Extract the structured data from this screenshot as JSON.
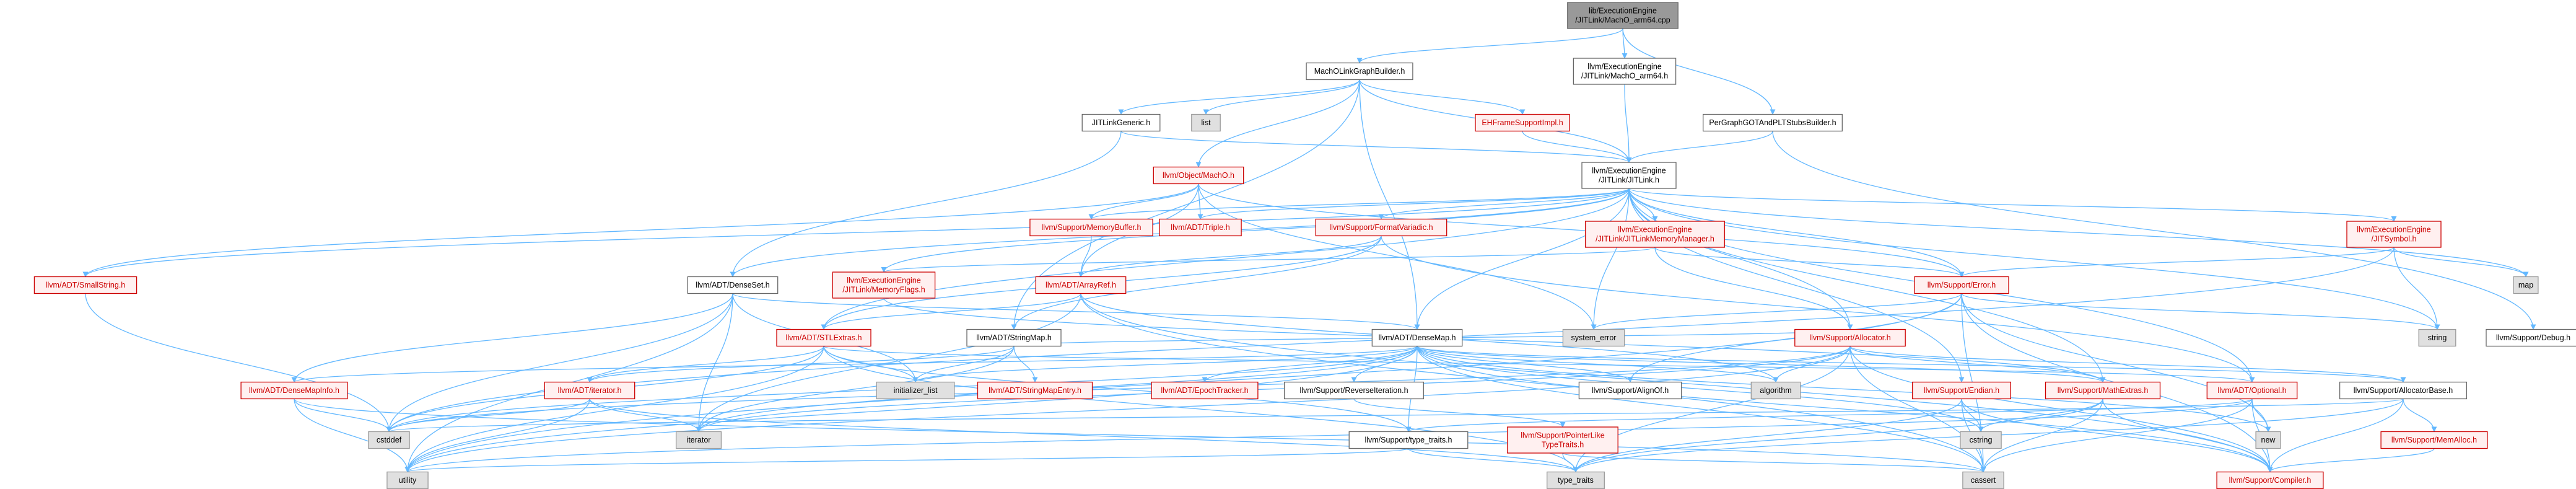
{
  "colors": {
    "root_fill": "#999999",
    "normal_fill": "#ffffff",
    "normal_stroke": "#666666",
    "truncated_fill": "#fff0f0",
    "truncated_stroke": "#cc0000",
    "truncated_text": "#cc0000",
    "external_fill": "#e0e0e0",
    "external_stroke": "#999999",
    "text": "#000000",
    "edge": "#63b8ff",
    "edge_alt": "#7b9bd1"
  },
  "nodes": [
    {
      "id": "root",
      "lines": [
        "lib/ExecutionEngine",
        "/JITLink/MachO_arm64.cpp"
      ],
      "kind": "root"
    },
    {
      "id": "machobuilder",
      "lines": [
        "MachOLinkGraphBuilder.h"
      ],
      "kind": "normal"
    },
    {
      "id": "machoarm64h",
      "lines": [
        "llvm/ExecutionEngine",
        "/JITLink/MachO_arm64.h"
      ],
      "kind": "normal"
    },
    {
      "id": "perggot",
      "lines": [
        "PerGraphGOTAndPLTStubsBuilder.h"
      ],
      "kind": "normal"
    },
    {
      "id": "jitlinkgeneric",
      "lines": [
        "JITLinkGeneric.h"
      ],
      "kind": "normal"
    },
    {
      "id": "list",
      "lines": [
        "list"
      ],
      "kind": "external"
    },
    {
      "id": "ehframe",
      "lines": [
        "EHFrameSupportImpl.h"
      ],
      "kind": "truncated"
    },
    {
      "id": "jitlinkh",
      "lines": [
        "llvm/ExecutionEngine",
        "/JITLink/JITLink.h"
      ],
      "kind": "normal"
    },
    {
      "id": "objmacho",
      "lines": [
        "llvm/Object/MachO.h"
      ],
      "kind": "truncated"
    },
    {
      "id": "membuf",
      "lines": [
        "llvm/Support/MemoryBuffer.h"
      ],
      "kind": "truncated"
    },
    {
      "id": "triple",
      "lines": [
        "llvm/ADT/Triple.h"
      ],
      "kind": "truncated"
    },
    {
      "id": "formatvariadic",
      "lines": [
        "llvm/Support/FormatVariadic.h"
      ],
      "kind": "truncated"
    },
    {
      "id": "jitlinkmm",
      "lines": [
        "llvm/ExecutionEngine",
        "/JITLink/JITLinkMemoryManager.h"
      ],
      "kind": "truncated"
    },
    {
      "id": "jitsymbol",
      "lines": [
        "llvm/ExecutionEngine",
        "/JITSymbol.h"
      ],
      "kind": "truncated"
    },
    {
      "id": "smallstring",
      "lines": [
        "llvm/ADT/SmallString.h"
      ],
      "kind": "truncated"
    },
    {
      "id": "densesetnode",
      "lines": [
        "llvm/ADT/DenseSet.h"
      ],
      "kind": "normal"
    },
    {
      "id": "memflags",
      "lines": [
        "llvm/ExecutionEngine",
        "/JITLink/MemoryFlags.h"
      ],
      "kind": "truncated"
    },
    {
      "id": "arrayref",
      "lines": [
        "llvm/ADT/ArrayRef.h"
      ],
      "kind": "truncated"
    },
    {
      "id": "error",
      "lines": [
        "llvm/Support/Error.h"
      ],
      "kind": "truncated"
    },
    {
      "id": "map",
      "lines": [
        "map"
      ],
      "kind": "external"
    },
    {
      "id": "stlextras",
      "lines": [
        "llvm/ADT/STLExtras.h"
      ],
      "kind": "truncated"
    },
    {
      "id": "stringmap",
      "lines": [
        "llvm/ADT/StringMap.h"
      ],
      "kind": "normal"
    },
    {
      "id": "densemap",
      "lines": [
        "llvm/ADT/DenseMap.h"
      ],
      "kind": "normal"
    },
    {
      "id": "systemerror",
      "lines": [
        "system_error"
      ],
      "kind": "external"
    },
    {
      "id": "allocator",
      "lines": [
        "llvm/Support/Allocator.h"
      ],
      "kind": "truncated"
    },
    {
      "id": "string",
      "lines": [
        "string"
      ],
      "kind": "external"
    },
    {
      "id": "debug",
      "lines": [
        "llvm/Support/Debug.h"
      ],
      "kind": "normal"
    },
    {
      "id": "densemapinfo",
      "lines": [
        "llvm/ADT/DenseMapInfo.h"
      ],
      "kind": "truncated"
    },
    {
      "id": "adtiterator",
      "lines": [
        "llvm/ADT/iterator.h"
      ],
      "kind": "truncated"
    },
    {
      "id": "initlist",
      "lines": [
        "initializer_list"
      ],
      "kind": "external"
    },
    {
      "id": "stringmapentry",
      "lines": [
        "llvm/ADT/StringMapEntry.h"
      ],
      "kind": "truncated"
    },
    {
      "id": "epochtracker",
      "lines": [
        "llvm/ADT/EpochTracker.h"
      ],
      "kind": "truncated"
    },
    {
      "id": "reverseiter",
      "lines": [
        "llvm/Support/ReverseIteration.h"
      ],
      "kind": "normal"
    },
    {
      "id": "alignof",
      "lines": [
        "llvm/Support/AlignOf.h"
      ],
      "kind": "normal"
    },
    {
      "id": "algorithm",
      "lines": [
        "algorithm"
      ],
      "kind": "external"
    },
    {
      "id": "endian",
      "lines": [
        "llvm/Support/Endian.h"
      ],
      "kind": "truncated"
    },
    {
      "id": "mathextras",
      "lines": [
        "llvm/Support/MathExtras.h"
      ],
      "kind": "truncated"
    },
    {
      "id": "optional",
      "lines": [
        "llvm/ADT/Optional.h"
      ],
      "kind": "truncated"
    },
    {
      "id": "allocbase",
      "lines": [
        "llvm/Support/AllocatorBase.h"
      ],
      "kind": "normal"
    },
    {
      "id": "cstddef",
      "lines": [
        "cstddef"
      ],
      "kind": "external"
    },
    {
      "id": "iterator",
      "lines": [
        "iterator"
      ],
      "kind": "external"
    },
    {
      "id": "typetraitsh",
      "lines": [
        "llvm/Support/type_traits.h"
      ],
      "kind": "normal"
    },
    {
      "id": "ptrliketypes",
      "lines": [
        "llvm/Support/PointerLike",
        "TypeTraits.h"
      ],
      "kind": "truncated"
    },
    {
      "id": "cstring",
      "lines": [
        "cstring"
      ],
      "kind": "external"
    },
    {
      "id": "new",
      "lines": [
        "new"
      ],
      "kind": "external"
    },
    {
      "id": "memalloc",
      "lines": [
        "llvm/Support/MemAlloc.h"
      ],
      "kind": "truncated"
    },
    {
      "id": "utility",
      "lines": [
        "utility"
      ],
      "kind": "external"
    },
    {
      "id": "typetraits",
      "lines": [
        "type_traits"
      ],
      "kind": "external"
    },
    {
      "id": "cassert",
      "lines": [
        "cassert"
      ],
      "kind": "external"
    },
    {
      "id": "compiler",
      "lines": [
        "llvm/Support/Compiler.h"
      ],
      "kind": "truncated"
    }
  ],
  "edges": [
    [
      "root",
      "machobuilder"
    ],
    [
      "root",
      "machoarm64h"
    ],
    [
      "root",
      "perggot"
    ],
    [
      "machobuilder",
      "jitlinkgeneric"
    ],
    [
      "machobuilder",
      "list"
    ],
    [
      "machobuilder",
      "ehframe"
    ],
    [
      "machobuilder",
      "jitlinkh"
    ],
    [
      "machobuilder",
      "objmacho"
    ],
    [
      "machobuilder",
      "stringmap"
    ],
    [
      "machobuilder",
      "densemap"
    ],
    [
      "machoarm64h",
      "jitlinkh"
    ],
    [
      "perggot",
      "jitlinkh"
    ],
    [
      "perggot",
      "debug"
    ],
    [
      "jitlinkgeneric",
      "jitlinkh"
    ],
    [
      "jitlinkgeneric",
      "densesetnode"
    ],
    [
      "ehframe",
      "jitlinkh"
    ],
    [
      "jitlinkh",
      "membuf"
    ],
    [
      "jitlinkh",
      "triple"
    ],
    [
      "jitlinkh",
      "formatvariadic"
    ],
    [
      "jitlinkh",
      "jitlinkmm"
    ],
    [
      "jitlinkh",
      "jitsymbol"
    ],
    [
      "jitlinkh",
      "smallstring"
    ],
    [
      "jitlinkh",
      "memflags"
    ],
    [
      "jitlinkh",
      "error"
    ],
    [
      "jitlinkh",
      "map"
    ],
    [
      "jitlinkh",
      "stlextras"
    ],
    [
      "jitlinkh",
      "densemap"
    ],
    [
      "jitlinkh",
      "densesetnode"
    ],
    [
      "jitlinkh",
      "systemerror"
    ],
    [
      "jitlinkh",
      "allocator"
    ],
    [
      "jitlinkh",
      "string"
    ],
    [
      "jitlinkh",
      "endian"
    ],
    [
      "jitlinkh",
      "mathextras"
    ],
    [
      "jitlinkh",
      "optional"
    ],
    [
      "objmacho",
      "membuf"
    ],
    [
      "objmacho",
      "triple"
    ],
    [
      "objmacho",
      "arrayref"
    ],
    [
      "objmacho",
      "smallstring"
    ],
    [
      "objmacho",
      "error"
    ],
    [
      "objmacho",
      "systemerror"
    ],
    [
      "membuf",
      "arrayref"
    ],
    [
      "formatvariadic",
      "arrayref"
    ],
    [
      "formatvariadic",
      "stlextras"
    ],
    [
      "formatvariadic",
      "optional"
    ],
    [
      "formatvariadic",
      "stringmap"
    ],
    [
      "jitlinkmm",
      "allocator"
    ],
    [
      "jitlinkmm",
      "error"
    ],
    [
      "jitlinkmm",
      "memflags"
    ],
    [
      "jitsymbol",
      "error"
    ],
    [
      "jitsymbol",
      "string"
    ],
    [
      "jitsymbol",
      "map"
    ],
    [
      "jitsymbol",
      "cstddef"
    ],
    [
      "smallstring",
      "cstddef"
    ],
    [
      "densesetnode",
      "densemap"
    ],
    [
      "densesetnode",
      "densemapinfo"
    ],
    [
      "densesetnode",
      "cstddef"
    ],
    [
      "densesetnode",
      "initlist"
    ],
    [
      "densesetnode",
      "iterator"
    ],
    [
      "densesetnode",
      "utility"
    ],
    [
      "memflags",
      "mathextras"
    ],
    [
      "arrayref",
      "stlextras"
    ],
    [
      "arrayref",
      "compiler"
    ],
    [
      "arrayref",
      "algorithm"
    ],
    [
      "arrayref",
      "iterator"
    ],
    [
      "arrayref",
      "cassert"
    ],
    [
      "error",
      "string"
    ],
    [
      "error",
      "systemerror"
    ],
    [
      "error",
      "compiler"
    ],
    [
      "error",
      "alignof"
    ],
    [
      "error",
      "new"
    ],
    [
      "error",
      "cassert"
    ],
    [
      "error",
      "utility"
    ],
    [
      "stlextras",
      "adtiterator"
    ],
    [
      "stlextras",
      "initlist"
    ],
    [
      "stlextras",
      "cstddef"
    ],
    [
      "stlextras",
      "utility"
    ],
    [
      "stlextras",
      "typetraits"
    ],
    [
      "stlextras",
      "optional"
    ],
    [
      "stlextras",
      "typetraitsh"
    ],
    [
      "stringmap",
      "stringmapentry"
    ],
    [
      "stringmap",
      "allocator"
    ],
    [
      "stringmap",
      "adtiterator"
    ],
    [
      "stringmap",
      "initlist"
    ],
    [
      "stringmap",
      "iterator"
    ],
    [
      "densemap",
      "densemapinfo"
    ],
    [
      "densemap",
      "epochtracker"
    ],
    [
      "densemap",
      "alignof"
    ],
    [
      "densemap",
      "mathextras"
    ],
    [
      "densemap",
      "reverseiter"
    ],
    [
      "densemap",
      "typetraitsh"
    ],
    [
      "densemap",
      "algorithm"
    ],
    [
      "densemap",
      "cassert"
    ],
    [
      "densemap",
      "cstddef"
    ],
    [
      "densemap",
      "cstring"
    ],
    [
      "densemap",
      "initlist"
    ],
    [
      "densemap",
      "iterator"
    ],
    [
      "densemap",
      "new"
    ],
    [
      "densemap",
      "utility"
    ],
    [
      "densemap",
      "allocbase"
    ],
    [
      "densemap",
      "compiler"
    ],
    [
      "allocator",
      "allocbase"
    ],
    [
      "allocator",
      "mathextras"
    ],
    [
      "allocator",
      "compiler"
    ],
    [
      "allocator",
      "algorithm"
    ],
    [
      "allocator",
      "cassert"
    ],
    [
      "allocator",
      "cstddef"
    ],
    [
      "allocator",
      "iterator"
    ],
    [
      "allocator",
      "typetraits"
    ],
    [
      "allocator",
      "utility"
    ],
    [
      "densemapinfo",
      "cassert"
    ],
    [
      "densemapinfo",
      "cstddef"
    ],
    [
      "densemapinfo",
      "utility"
    ],
    [
      "adtiterator",
      "cstddef"
    ],
    [
      "adtiterator",
      "iterator"
    ],
    [
      "adtiterator",
      "typetraits"
    ],
    [
      "adtiterator",
      "utility"
    ],
    [
      "reverseiter",
      "ptrliketypes"
    ],
    [
      "endian",
      "compiler"
    ],
    [
      "endian",
      "cassert"
    ],
    [
      "endian",
      "cstring"
    ],
    [
      "endian",
      "typetraits"
    ],
    [
      "mathextras",
      "compiler"
    ],
    [
      "mathextras",
      "cassert"
    ],
    [
      "mathextras",
      "typetraits"
    ],
    [
      "mathextras",
      "cstring"
    ],
    [
      "optional",
      "compiler"
    ],
    [
      "optional",
      "typetraitsh"
    ],
    [
      "optional",
      "cassert"
    ],
    [
      "optional",
      "new"
    ],
    [
      "optional",
      "utility"
    ],
    [
      "allocbase",
      "compiler"
    ],
    [
      "allocbase",
      "memalloc"
    ],
    [
      "allocbase",
      "cstddef"
    ],
    [
      "allocbase",
      "typetraits"
    ],
    [
      "typetraitsh",
      "typetraits"
    ],
    [
      "typetraitsh",
      "utility"
    ],
    [
      "ptrliketypes",
      "typetraits"
    ],
    [
      "ptrliketypes",
      "cassert"
    ],
    [
      "memalloc",
      "compiler"
    ]
  ]
}
